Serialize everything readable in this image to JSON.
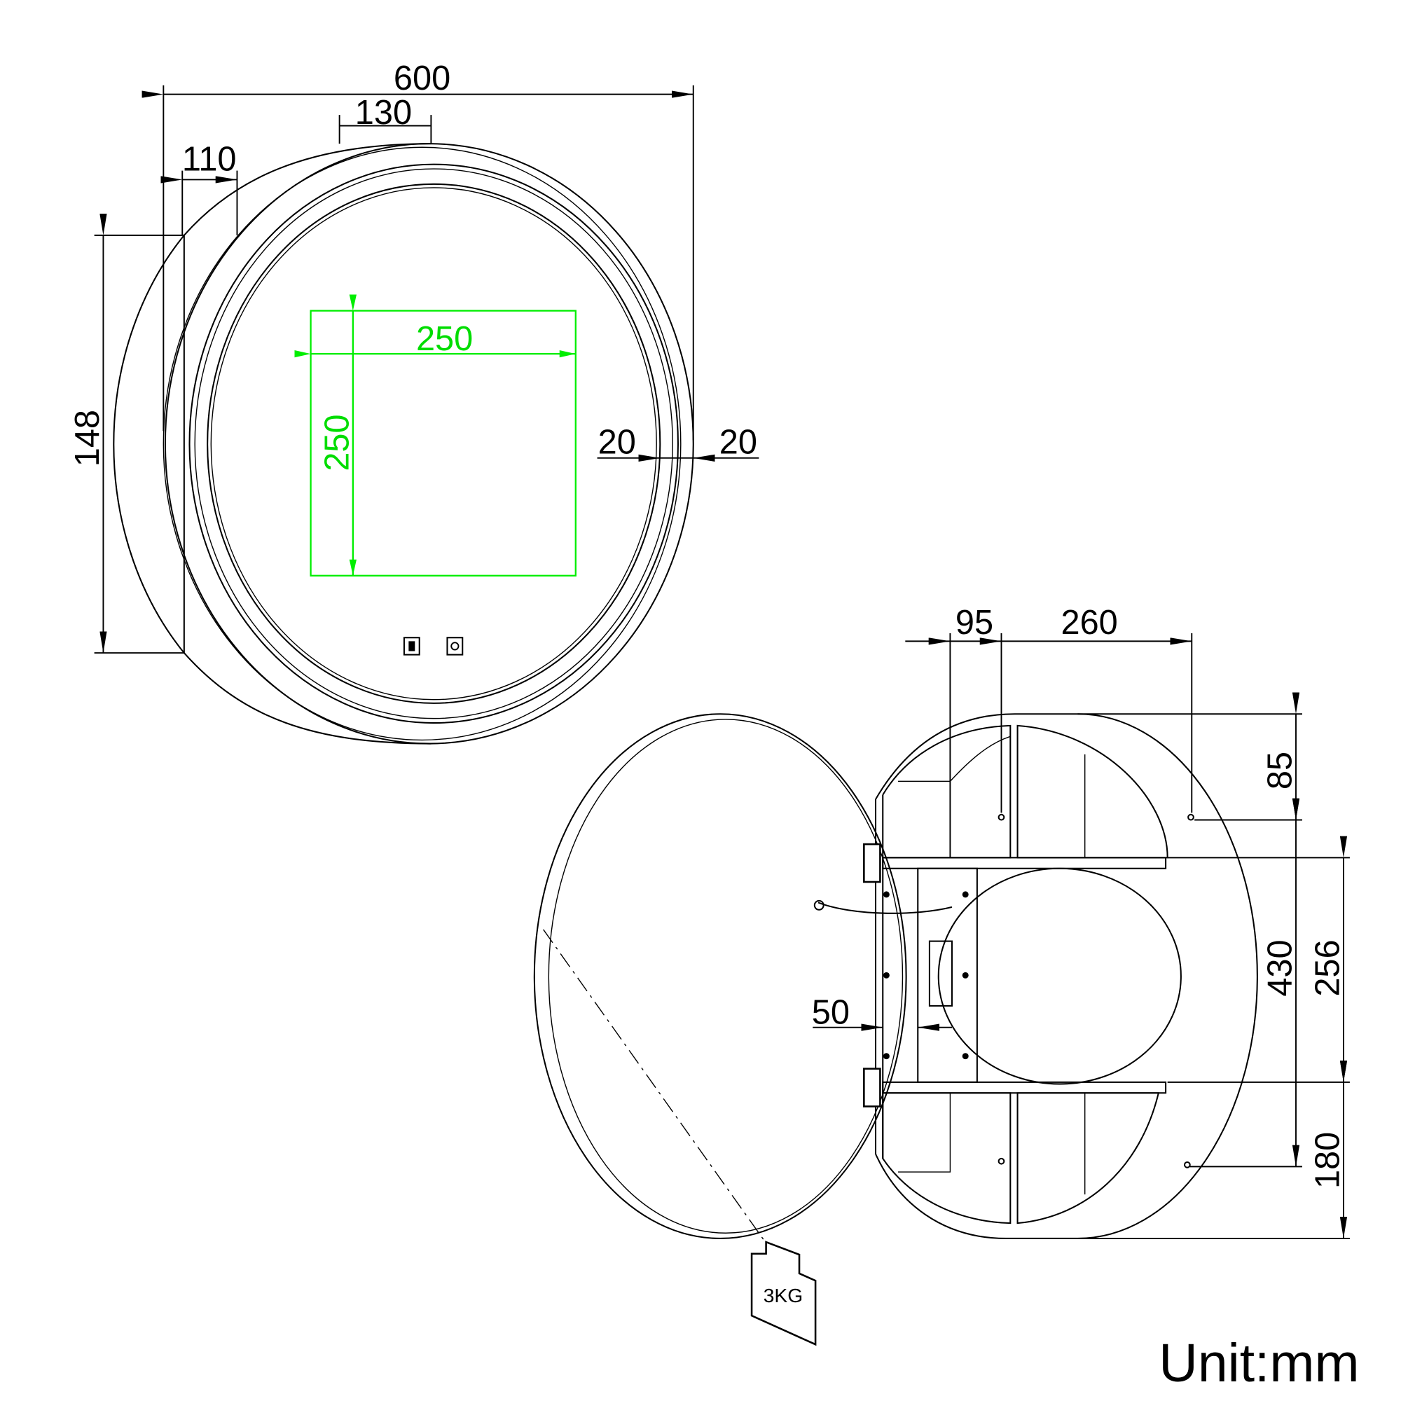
{
  "top_view": {
    "width": "600",
    "offset_130": "130",
    "offset_110": "110",
    "height_148": "148",
    "square_w": "250",
    "square_h": "250",
    "frame_left": "20",
    "frame_right": "20"
  },
  "open_view": {
    "dim_95": "95",
    "dim_260": "260",
    "dim_85": "85",
    "dim_430": "430",
    "dim_256": "256",
    "dim_180": "180",
    "dim_50": "50",
    "weight_tag": "3KG"
  },
  "unit_label": "Unit:mm",
  "colors": {
    "highlight": "#00ee00",
    "line": "#000000"
  }
}
